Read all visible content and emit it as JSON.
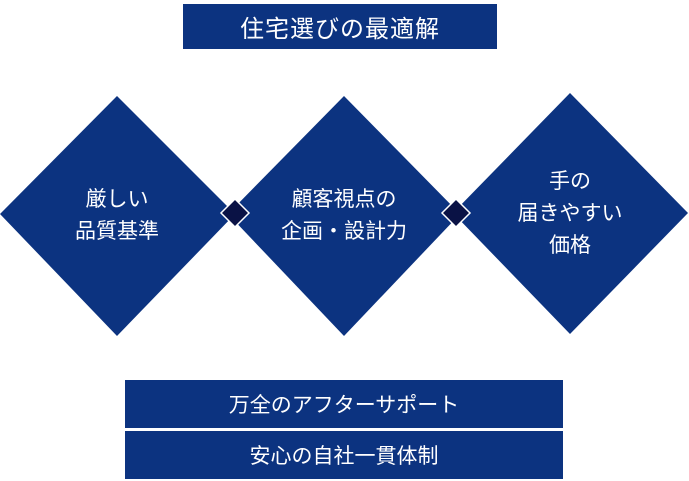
{
  "title": "住宅選びの最適解",
  "pillars": [
    {
      "lines": [
        "厳しい",
        "品質基準"
      ]
    },
    {
      "lines": [
        "顧客視点の",
        "企画・設計力"
      ]
    },
    {
      "lines": [
        "手の",
        "届きやすい",
        "価格"
      ]
    }
  ],
  "bottom": [
    "万全のアフターサポート",
    "安心の自社一貫体制"
  ],
  "colors": {
    "navy": "#0c3380",
    "dark": "#0a1245"
  }
}
